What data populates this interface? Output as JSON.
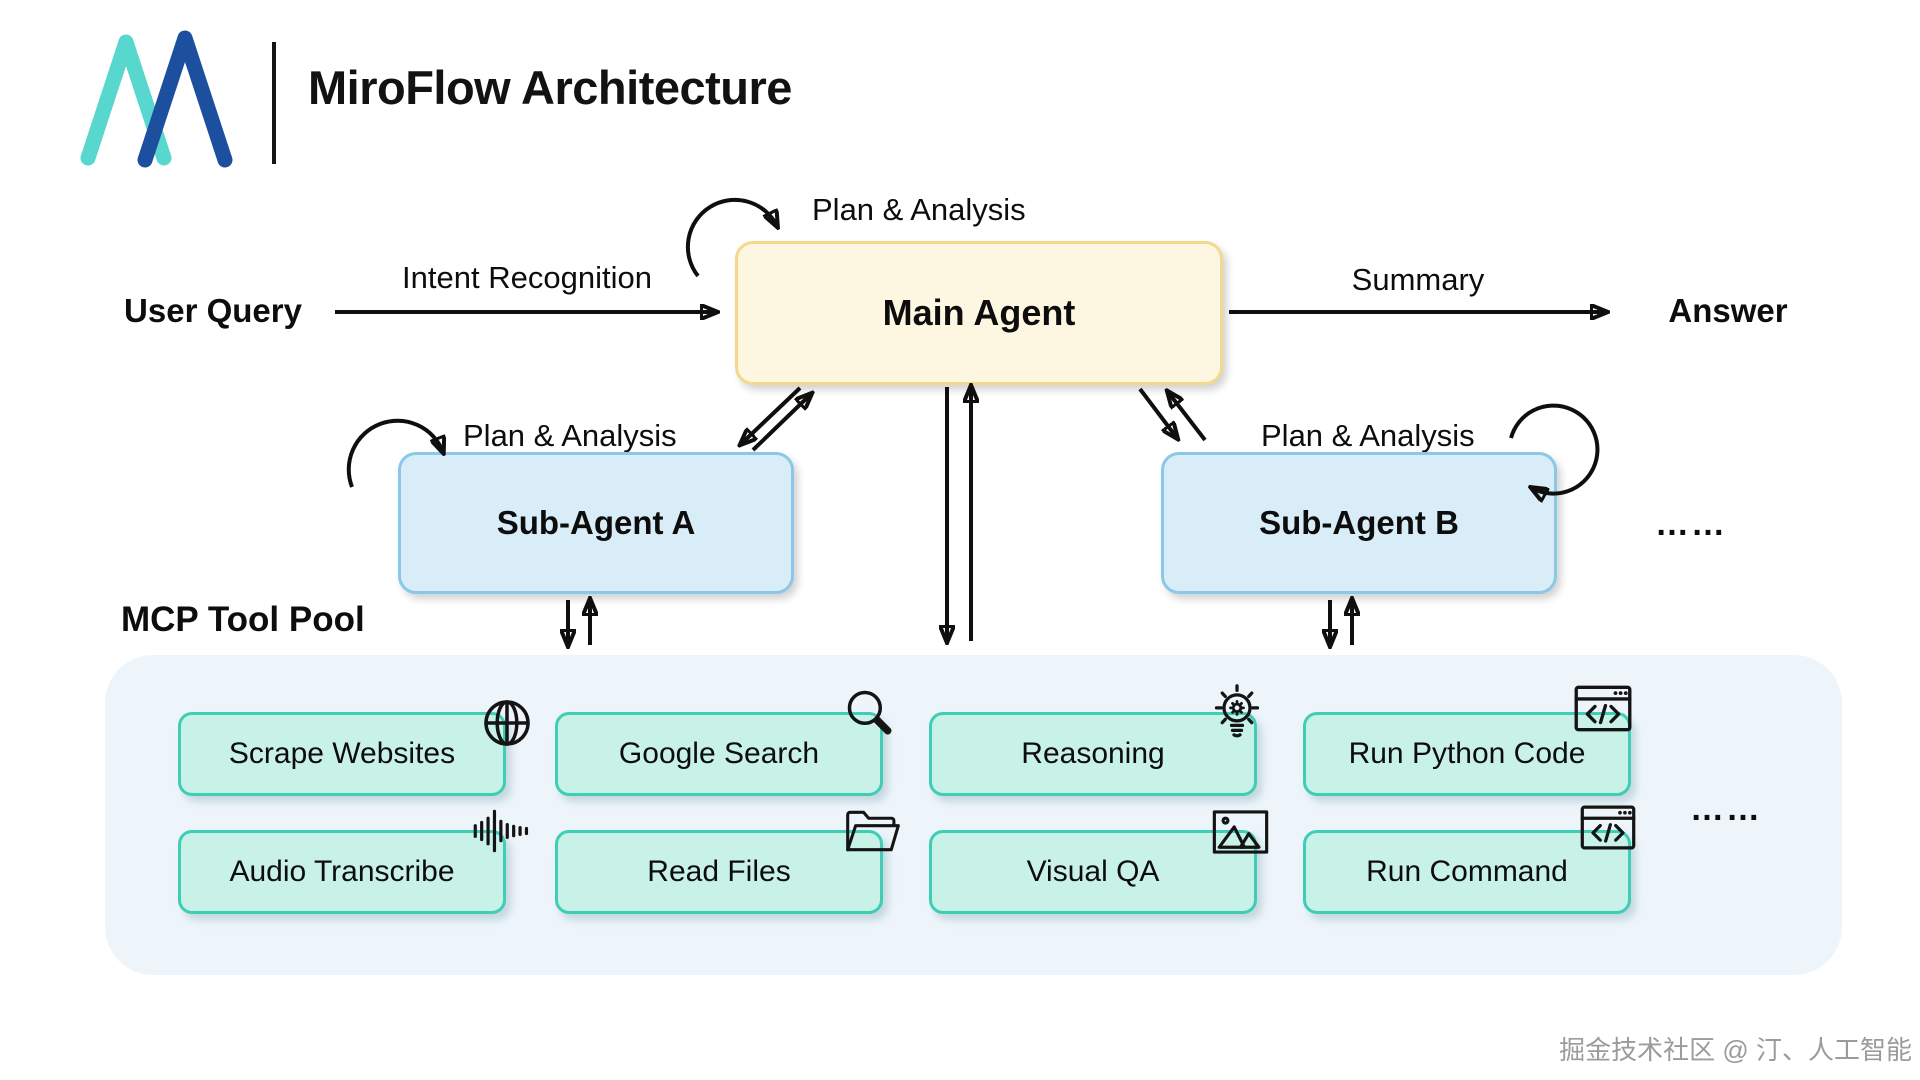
{
  "header": {
    "title": "MiroFlow Architecture",
    "logo": "miroflow-logo"
  },
  "flow": {
    "user_query_label": "User Query",
    "intent_arrow_label": "Intent Recognition",
    "main_agent_label": "Main Agent",
    "main_loop_label": "Plan & Analysis",
    "summary_arrow_label": "Summary",
    "answer_label": "Answer",
    "sub_agent_a_label": "Sub-Agent A",
    "sub_agent_a_loop_label": "Plan & Analysis",
    "sub_agent_b_label": "Sub-Agent B",
    "sub_agent_b_loop_label": "Plan & Analysis",
    "more_agents_ellipsis": "……"
  },
  "tool_pool": {
    "label": "MCP Tool Pool",
    "more_tools_ellipsis": "……",
    "tools": [
      {
        "label": "Scrape Websites",
        "icon": "globe-icon"
      },
      {
        "label": "Google Search",
        "icon": "search-icon"
      },
      {
        "label": "Reasoning",
        "icon": "lightbulb-gear-icon"
      },
      {
        "label": "Run Python Code",
        "icon": "code-window-icon"
      },
      {
        "label": "Audio Transcribe",
        "icon": "waveform-icon"
      },
      {
        "label": "Read Files",
        "icon": "folder-icon"
      },
      {
        "label": "Visual QA",
        "icon": "image-icon"
      },
      {
        "label": "Run Command",
        "icon": "code-window-icon"
      }
    ]
  },
  "colors": {
    "main_agent_fill": "#FDF6E0",
    "main_agent_border": "#F3D98B",
    "sub_agent_fill": "#D9EDF8",
    "sub_agent_border": "#8BC8E8",
    "tool_fill": "#C8F1E8",
    "tool_border": "#3FCDB5",
    "pool_fill": "#EDF5FB",
    "logo_teal": "#57D7CE",
    "logo_blue": "#1D4F9F",
    "arrow": "#0f0f0f"
  },
  "watermark": "掘金技术社区 @ 汀、人工智能"
}
